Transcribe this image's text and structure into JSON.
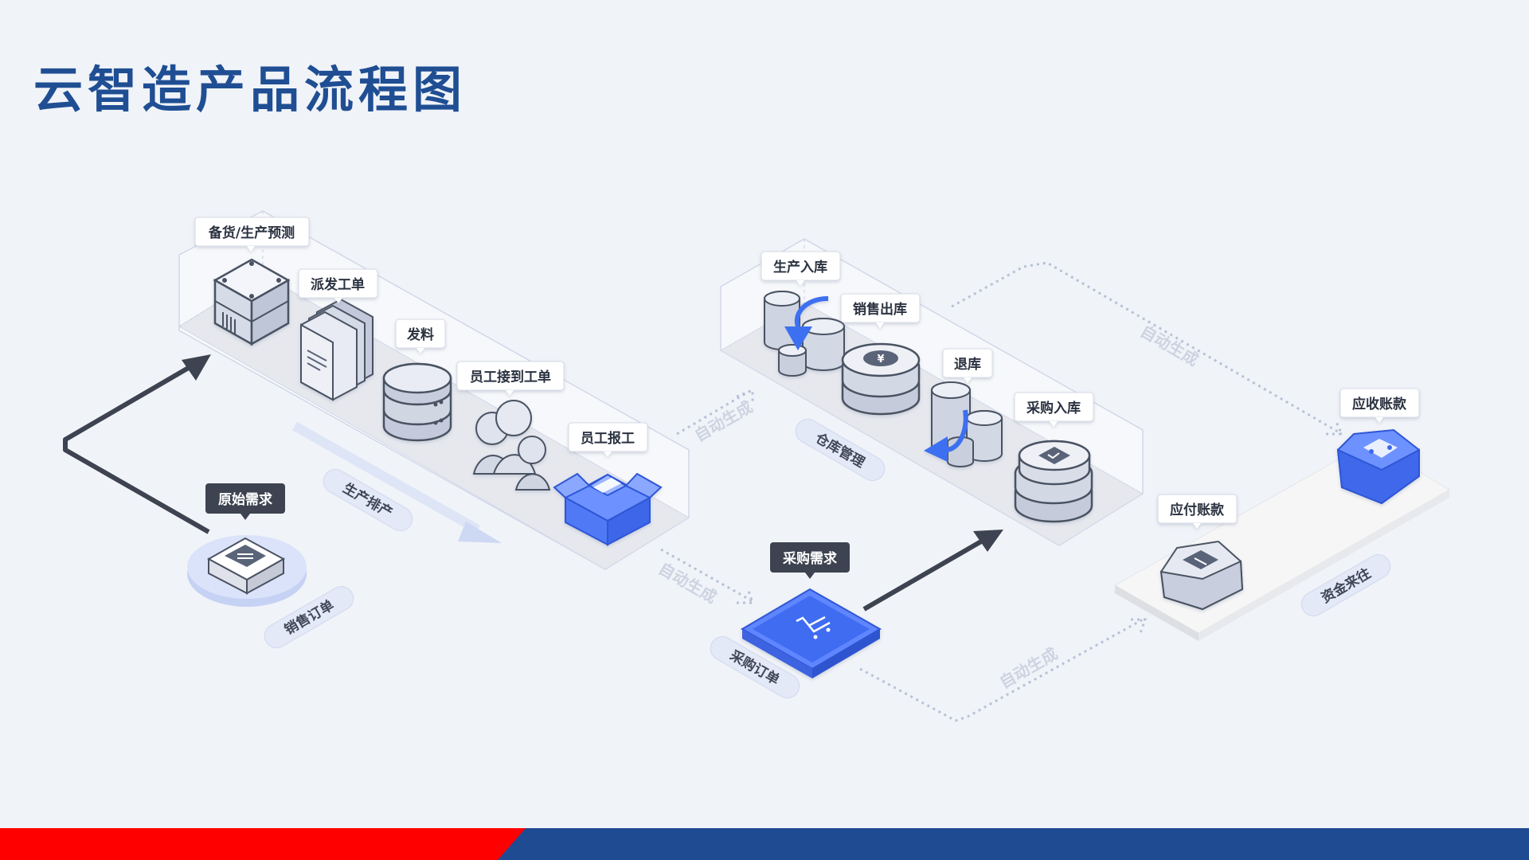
{
  "title": "云智造产品流程图",
  "labels": {
    "stock_forecast": "备货/生产预测",
    "dispatch_order": "派发工单",
    "material_issue": "发料",
    "worker_receive": "员工接到工单",
    "worker_report": "员工报工",
    "original_demand": "原始需求",
    "sales_order": "销售订单",
    "production_schedule": "生产排产",
    "auto_gen_1": "自动生成",
    "auto_gen_2": "自动生成",
    "auto_gen_3": "自动生成",
    "auto_gen_4": "自动生成",
    "production_in": "生产入库",
    "sales_out": "销售出库",
    "return_stock": "退库",
    "purchase_in": "采购入库",
    "warehouse_mgmt": "仓库管理",
    "purchase_demand": "采购需求",
    "purchase_order": "采购订单",
    "payable": "应付账款",
    "receivable": "应收账款",
    "fund_flow": "资金来往"
  },
  "colors": {
    "title": "#1f4e93",
    "accent_blue": "#3d6ff0",
    "dark_arrow": "#3d4350",
    "dashed": "#b8c1d6",
    "footer_red": "#ff0000",
    "footer_blue": "#1f4b93"
  }
}
